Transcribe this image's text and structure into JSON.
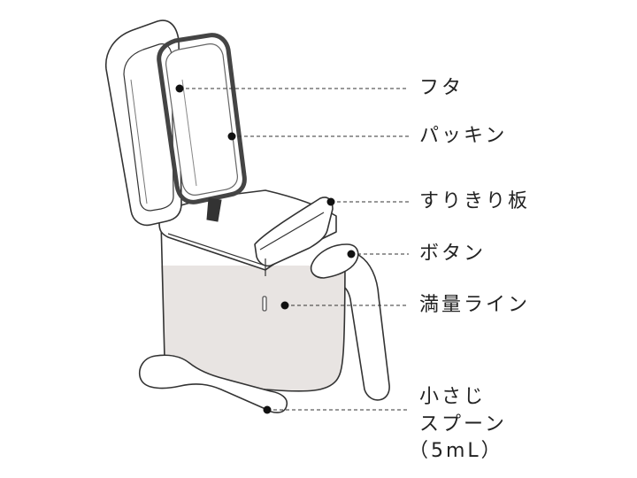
{
  "diagram": {
    "colors": {
      "outline": "#333333",
      "fill": "#ffffff",
      "body_lower": "#e8e4e2",
      "gasket": "#555555",
      "leader": "#333333"
    },
    "labels": [
      {
        "id": "lid",
        "text": "フタ"
      },
      {
        "id": "gasket",
        "text": "パッキン"
      },
      {
        "id": "leveler",
        "text": "すりきり板"
      },
      {
        "id": "button",
        "text": "ボタン"
      },
      {
        "id": "fill-line",
        "text": "満量ライン"
      },
      {
        "id": "spoon-1",
        "text": "小さじ"
      },
      {
        "id": "spoon-2",
        "text": "スプーン"
      },
      {
        "id": "spoon-3",
        "text": "（5mL）"
      }
    ]
  }
}
